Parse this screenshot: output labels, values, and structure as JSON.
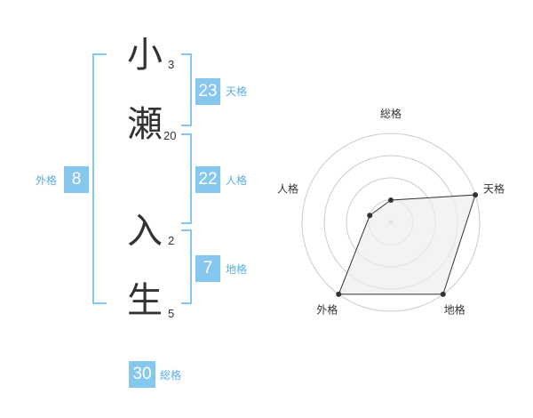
{
  "name": {
    "chars": [
      {
        "kanji": "小",
        "strokes": "3"
      },
      {
        "kanji": "瀬",
        "strokes": "20"
      },
      {
        "kanji": "入",
        "strokes": "2"
      },
      {
        "kanji": "生",
        "strokes": "5"
      }
    ]
  },
  "fortunes": {
    "tenkaku": {
      "value": "23",
      "label": "天格"
    },
    "jinkaku": {
      "value": "22",
      "label": "人格"
    },
    "chikaku": {
      "value": "7",
      "label": "地格"
    },
    "gaikaku": {
      "value": "8",
      "label": "外格"
    },
    "soukaku": {
      "value": "30",
      "label": "総格"
    }
  },
  "colors": {
    "accent": "#86c7ef",
    "accent_text": "#5aaee0",
    "kanji": "#333333",
    "radar_fill": "#eeeeee",
    "radar_ring": "#cccccc"
  },
  "chart_data": {
    "type": "radar",
    "axes": [
      "総格",
      "天格",
      "地格",
      "外格",
      "人格"
    ],
    "values": [
      1,
      4,
      4,
      4,
      1
    ],
    "max": 4,
    "rings": 4
  }
}
